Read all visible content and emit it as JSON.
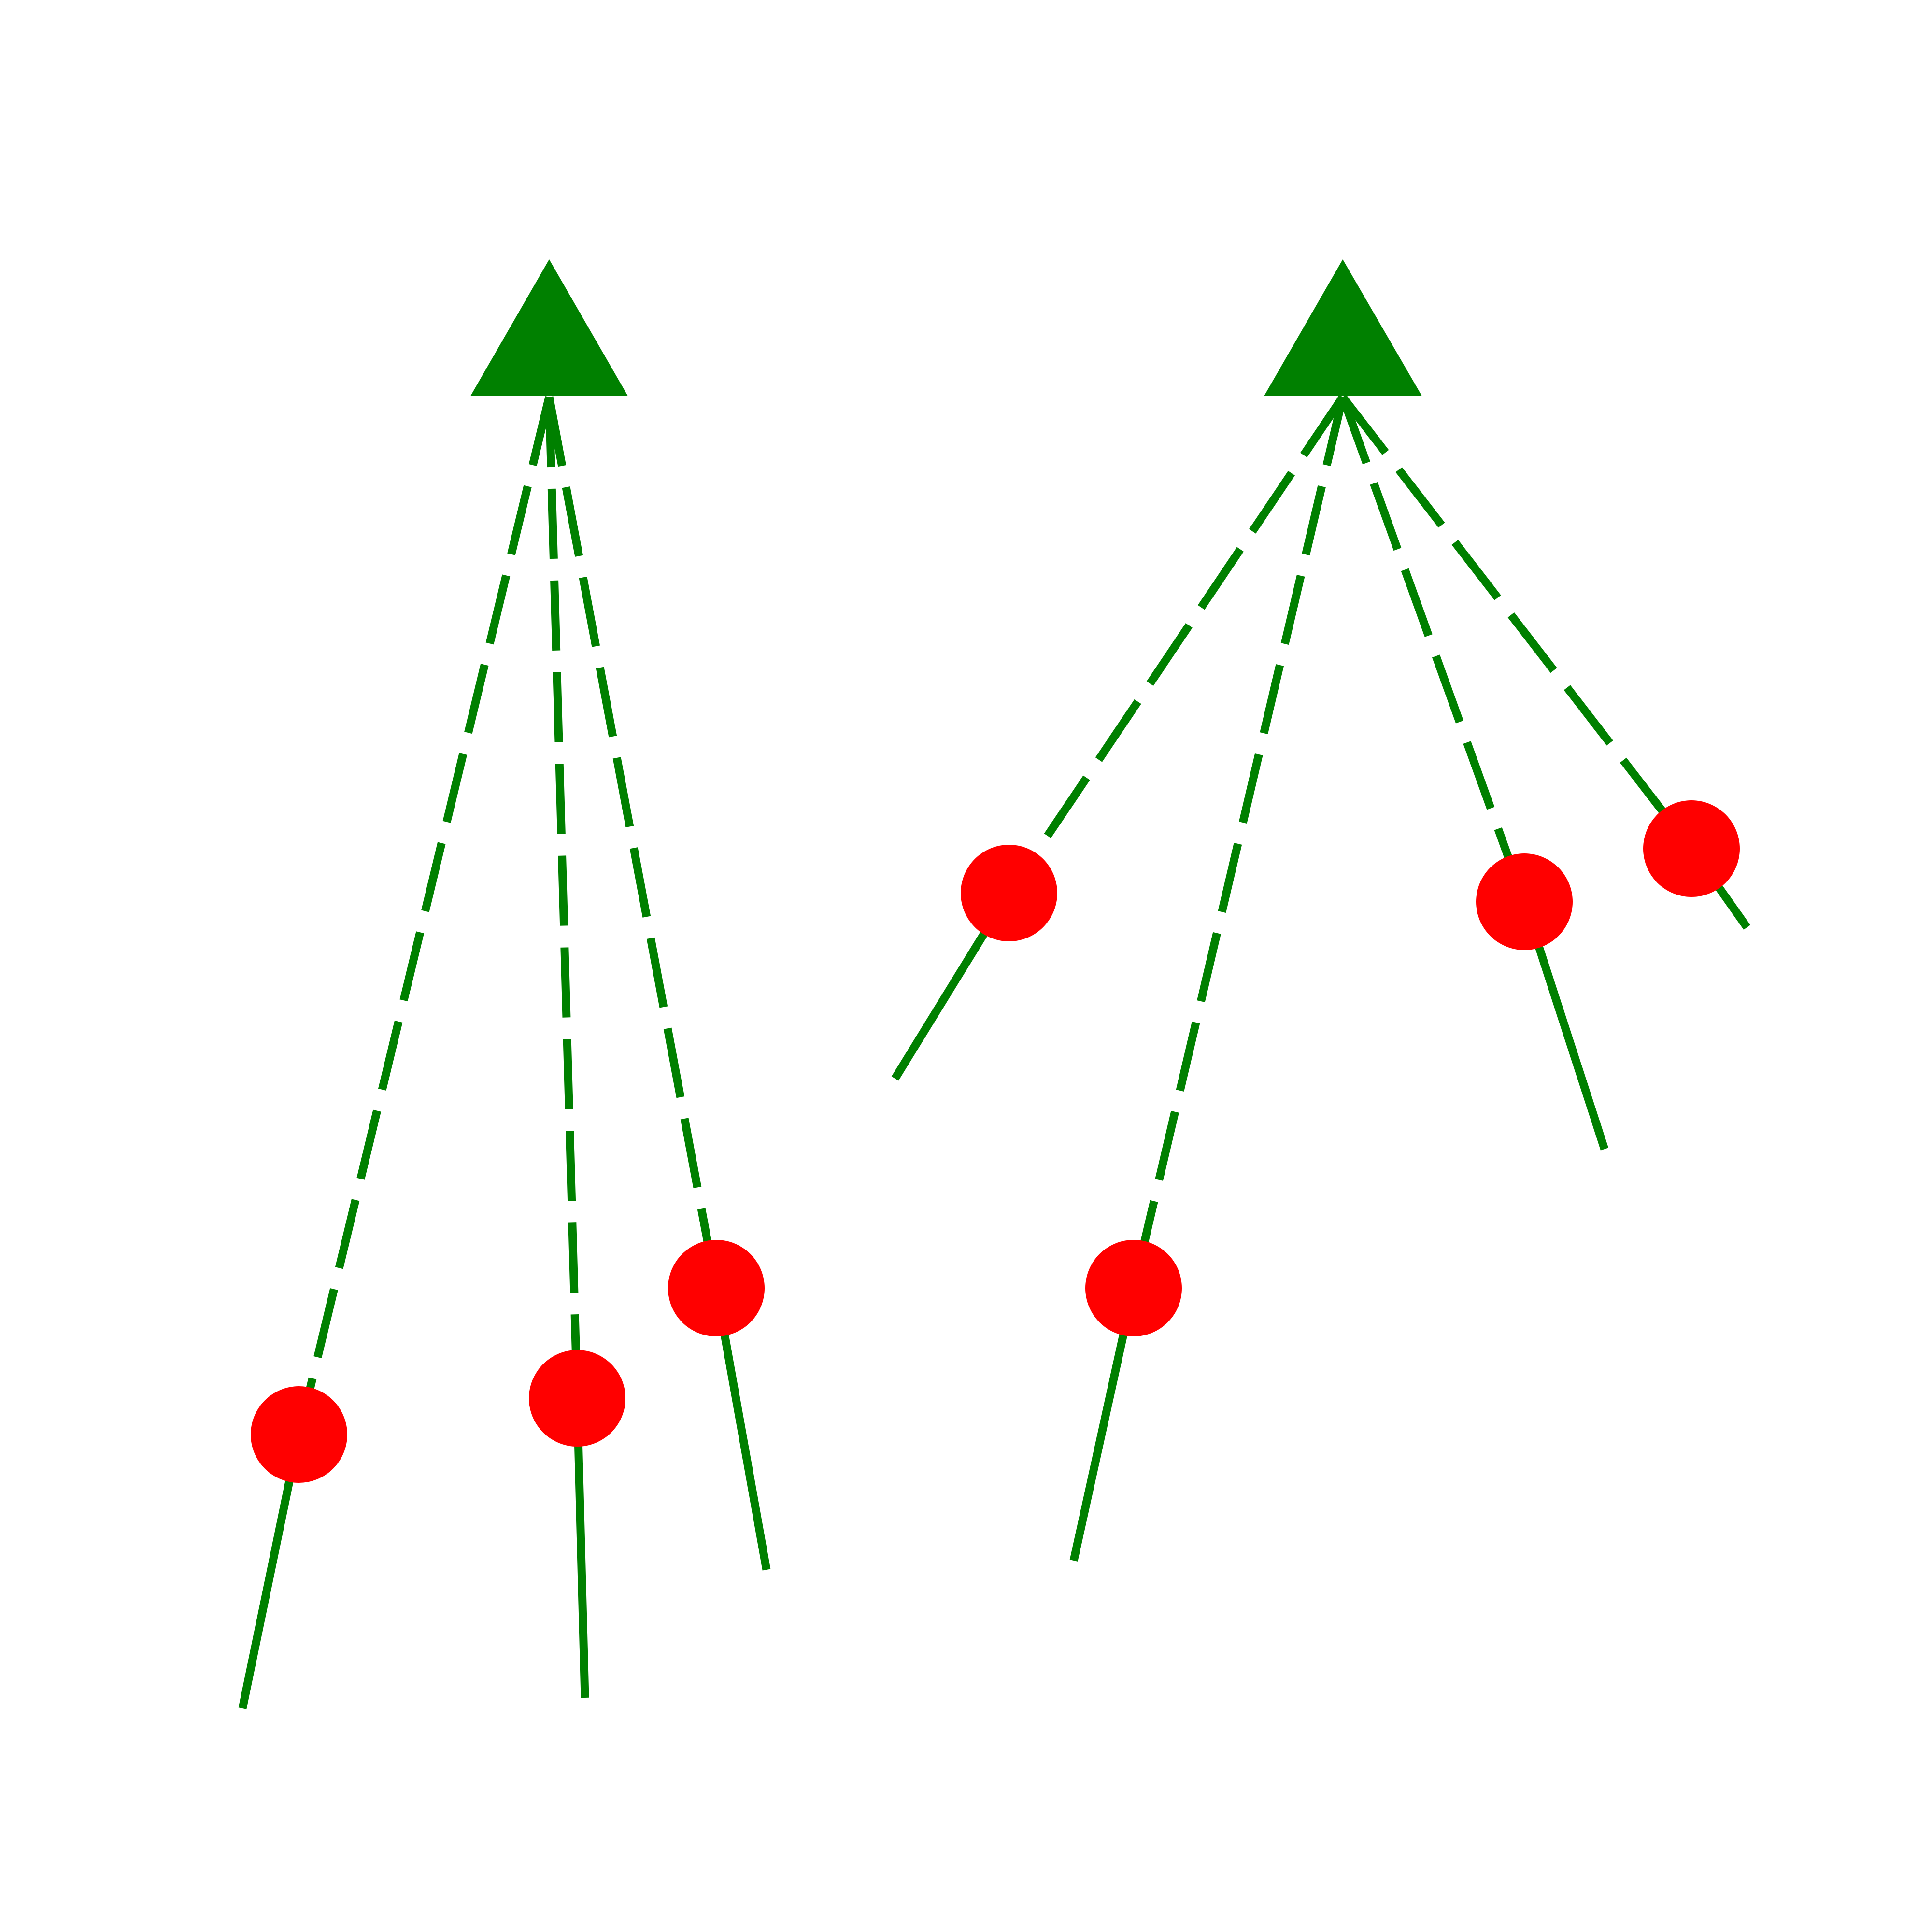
{
  "diagram": {
    "colors": {
      "background": "#ffffff",
      "triangle": "#008000",
      "ray": "#008000",
      "dot": "#ff0000"
    },
    "groups": [
      {
        "name": "left-group",
        "rays": [
          {
            "name": "far-left"
          },
          {
            "name": "center"
          },
          {
            "name": "right"
          }
        ]
      },
      {
        "name": "right-group",
        "rays": [
          {
            "name": "left"
          },
          {
            "name": "center"
          },
          {
            "name": "right"
          },
          {
            "name": "far-right"
          }
        ]
      }
    ]
  }
}
